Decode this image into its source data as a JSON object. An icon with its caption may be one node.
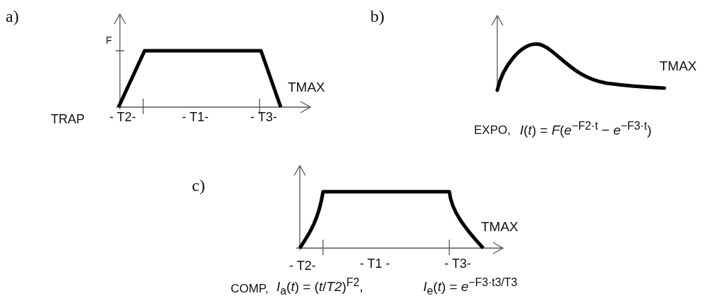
{
  "diagram": {
    "labels": [
      "a)",
      "b)",
      "F",
      "TMAX",
      "TMAX",
      "TRAP",
      "- T2-",
      "- T1-",
      "- T3-",
      "EXPO,",
      "*I*(*t*) = *F*(*e*$^{−F2·t}$ − *e*$^{−F3·t}$)",
      "c)",
      "TMAX",
      "- T2-",
      "- T1 -",
      "- T3-",
      "COMP,",
      "*I*$_{a}$(*t*) = (*t*/*T2*)$^{F2}$,",
      "*I*$_{e}$(*t*) = *e*$^{−F3·t3/T3}$"
    ]
  }
}
